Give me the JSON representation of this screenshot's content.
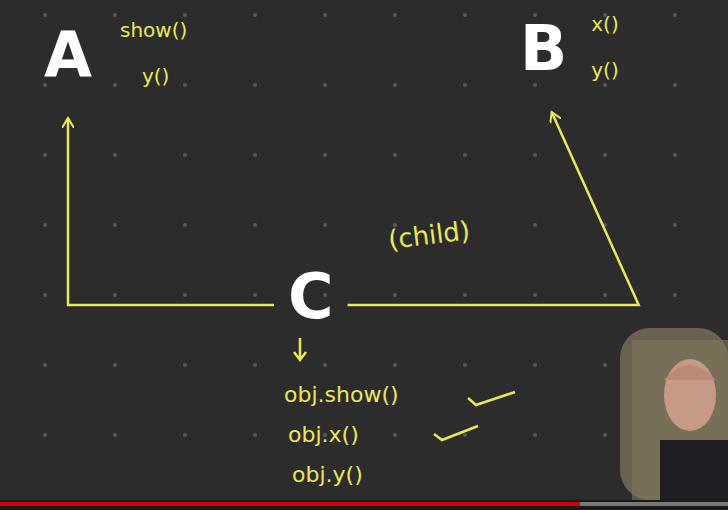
{
  "diagram": {
    "nodes": [
      {
        "text": [
          "A",
          "show()",
          "y()"
        ]
      },
      {
        "text": [
          "B",
          "x()",
          "y()"
        ]
      },
      {
        "text": [
          "C"
        ]
      }
    ],
    "edges": [
      {
        "from": 2,
        "to": 0,
        "arrow": "to"
      },
      {
        "from": 2,
        "to": 1,
        "arrow": "to"
      }
    ],
    "labels": [
      "(child)",
      "obj.show()",
      "obj.x()",
      "obj.y()"
    ]
  }
}
